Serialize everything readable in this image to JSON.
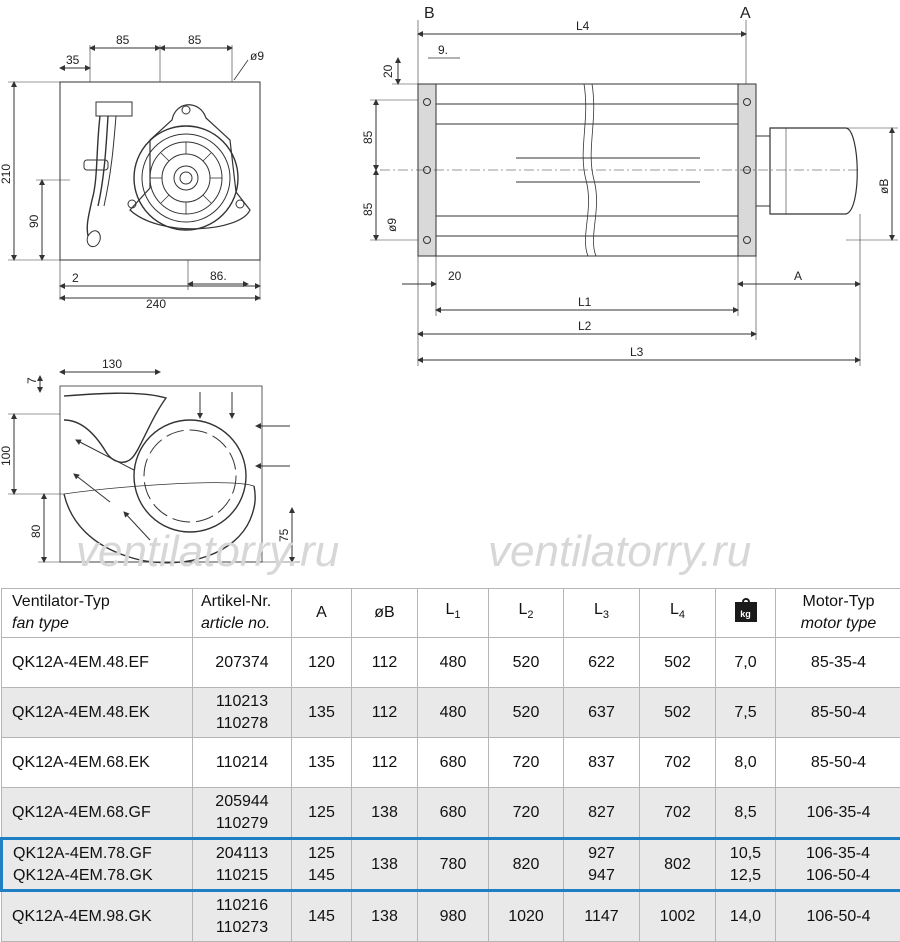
{
  "drawing_labels": {
    "front": {
      "d_35": "35",
      "d_85a": "85",
      "d_85b": "85",
      "hole": "ø9",
      "d_210": "210",
      "d_90": "90",
      "d_2": "2",
      "d_86": "86.",
      "d_240": "240"
    },
    "side": {
      "mark_b": "B",
      "mark_a": "A",
      "l4": "L4",
      "d_9": "9.",
      "d_20top": "20",
      "d_85a": "85",
      "d_85b": "85",
      "hole": "ø9",
      "dia_b": "øB",
      "d_20": "20",
      "dim_a": "A",
      "l1": "L1",
      "l2": "L2",
      "l3": "L3"
    },
    "section": {
      "d_130": "130",
      "d_7": "7",
      "d_100": "100",
      "d_80": "80",
      "d_75": "75"
    },
    "watermark": "ventilatorry.ru"
  },
  "table": {
    "headers": {
      "type_de": "Ventilator-Typ",
      "type_en": "fan type",
      "art_de": "Artikel-Nr.",
      "art_en": "article no.",
      "a": "A",
      "b": "øB",
      "l1_base": "L",
      "l1_sub": "1",
      "l2_base": "L",
      "l2_sub": "2",
      "l3_base": "L",
      "l3_sub": "3",
      "l4_base": "L",
      "l4_sub": "4",
      "weight_icon_text": "kg",
      "motor_de": "Motor-Typ",
      "motor_en": "motor type"
    },
    "rows": [
      {
        "type": [
          "QK12A-4EM.48.EF"
        ],
        "art": [
          "207374"
        ],
        "a": [
          "120"
        ],
        "b": "112",
        "l1": "480",
        "l2": "520",
        "l3": [
          "622"
        ],
        "l4": "502",
        "kg": [
          "7,0"
        ],
        "motor": [
          "85-35-4"
        ]
      },
      {
        "type": [
          "QK12A-4EM.48.EK"
        ],
        "art": [
          "110213",
          "110278"
        ],
        "a": [
          "135"
        ],
        "b": "112",
        "l1": "480",
        "l2": "520",
        "l3": [
          "637"
        ],
        "l4": "502",
        "kg": [
          "7,5"
        ],
        "motor": [
          "85-50-4"
        ]
      },
      {
        "type": [
          "QK12A-4EM.68.EK"
        ],
        "art": [
          "110214"
        ],
        "a": [
          "135"
        ],
        "b": "112",
        "l1": "680",
        "l2": "720",
        "l3": [
          "837"
        ],
        "l4": "702",
        "kg": [
          "8,0"
        ],
        "motor": [
          "85-50-4"
        ]
      },
      {
        "type": [
          "QK12A-4EM.68.GF"
        ],
        "art": [
          "205944",
          "110279"
        ],
        "a": [
          "125"
        ],
        "b": "138",
        "l1": "680",
        "l2": "720",
        "l3": [
          "827"
        ],
        "l4": "702",
        "kg": [
          "8,5"
        ],
        "motor": [
          "106-35-4"
        ]
      },
      {
        "type": [
          "QK12A-4EM.78.GF",
          "QK12A-4EM.78.GK"
        ],
        "art": [
          "204113",
          "110215"
        ],
        "a": [
          "125",
          "145"
        ],
        "b": "138",
        "l1": "780",
        "l2": "820",
        "l3": [
          "927",
          "947"
        ],
        "l4": "802",
        "kg": [
          "10,5",
          "12,5"
        ],
        "motor": [
          "106-35-4",
          "106-50-4"
        ]
      },
      {
        "type": [
          "QK12A-4EM.98.GK"
        ],
        "art": [
          "110216",
          "110273"
        ],
        "a": [
          "145"
        ],
        "b": "138",
        "l1": "980",
        "l2": "1020",
        "l3": [
          "1147"
        ],
        "l4": "1002",
        "kg": [
          "14,0"
        ],
        "motor": [
          "106-50-4"
        ]
      }
    ]
  },
  "colors": {
    "highlight": "#1e7fc4",
    "shade": "#e9e9e9",
    "line": "#333333"
  }
}
